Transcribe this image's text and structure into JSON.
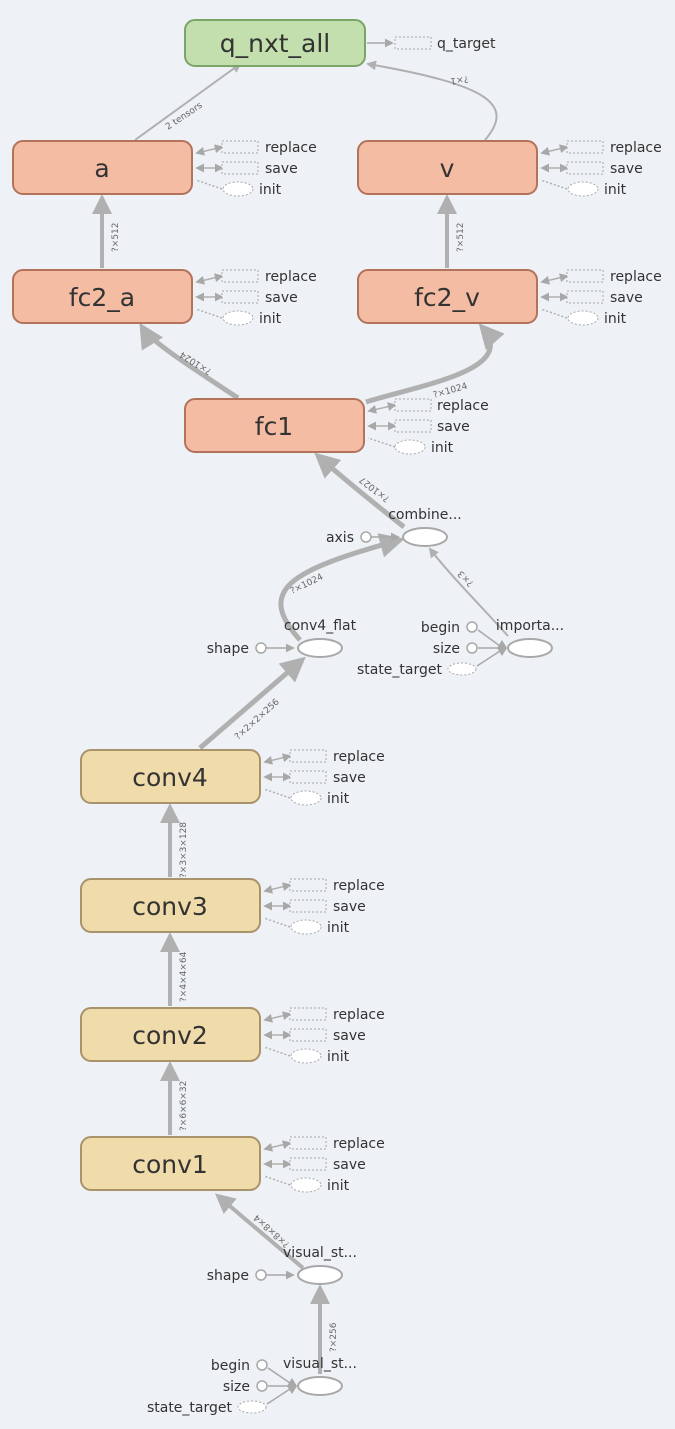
{
  "colors": {
    "background": "#eef1f5",
    "meta_fill": "#f4bca3",
    "meta_stroke": "#b3735a",
    "conv_fill": "#f0dbab",
    "conv_stroke": "#a8936a",
    "top_fill": "#c3dfad",
    "top_stroke": "#7aa468",
    "edge": "#b0b0b0",
    "op_fill": "#ffffff",
    "op_stroke": "#a8a8a8"
  },
  "nodes": {
    "q_nxt_all": "q_nxt_all",
    "a": "a",
    "v": "v",
    "fc2_a": "fc2_a",
    "fc2_v": "fc2_v",
    "fc1": "fc1",
    "conv4": "conv4",
    "conv3": "conv3",
    "conv2": "conv2",
    "conv1": "conv1"
  },
  "aux_labels": {
    "replace": "replace",
    "save": "save",
    "init": "init",
    "q_target": "q_target"
  },
  "ops": {
    "combine": "combine...",
    "axis": "axis",
    "conv4_flat": "conv4_flat",
    "shape": "shape",
    "importa": "importa...",
    "begin": "begin",
    "size": "size",
    "state_target": "state_target",
    "visual_st": "visual_st..."
  },
  "edges": {
    "two_tensors": "2 tensors",
    "v_q": "?×1",
    "fc2a_a": "?×512",
    "fc2v_v": "?×512",
    "fc1_fc2a": "?×1024",
    "fc1_fc2v": "?×1024",
    "combine_fc1": "?×1027",
    "flat_combine": "?×1024",
    "importa_combine": "?×3",
    "conv4_flat": "?×2×2×256",
    "conv3_conv4": "?×3×3×128",
    "conv2_conv3": "?×4×4×64",
    "conv1_conv2": "?×6×6×32",
    "vis_conv1": "?×8×8×4",
    "slice_reshape": "?×256"
  }
}
